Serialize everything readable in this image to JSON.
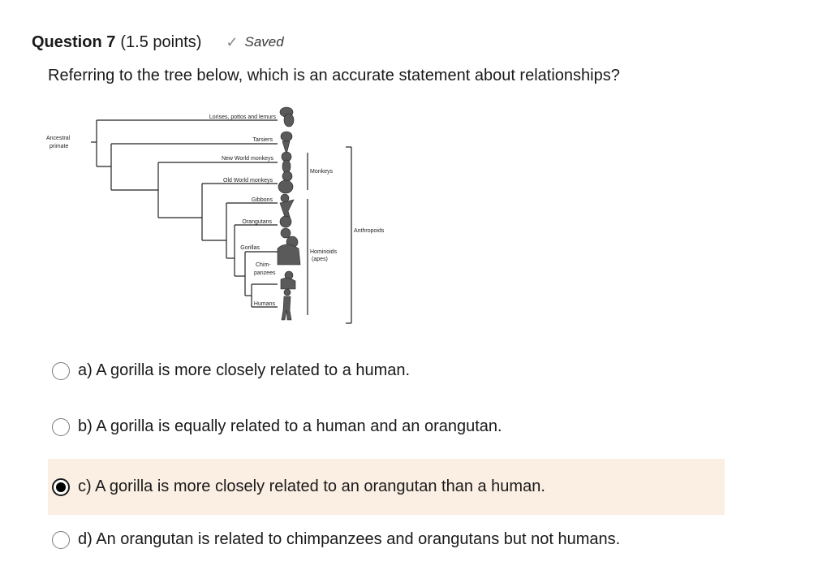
{
  "question": {
    "title": "Question 7",
    "points": "(1.5 points)",
    "saved_label": "Saved",
    "prompt": "Referring to the tree below, which is an accurate statement about relationships?"
  },
  "tree": {
    "root_label_line1": "Ancestral",
    "root_label_line2": "primate",
    "taxa": {
      "lorises": "Lorises, pottos and lemurs",
      "tarsiers": "Tarsiers",
      "new_world": "New World monkeys",
      "old_world": "Old World monkeys",
      "gibbons": "Gibbons",
      "orangutans": "Orangutans",
      "gorillas": "Gorillas",
      "chimp_line1": "Chim-",
      "chimp_line2": "panzees",
      "humans": "Humans"
    },
    "groups": {
      "monkeys": "Monkeys",
      "hominoids_line1": "Hominoids",
      "hominoids_line2": "(apes)",
      "anthropoids": "Anthropoids"
    }
  },
  "options": [
    {
      "text": "a) A gorilla is more closely related to a human.",
      "selected": false
    },
    {
      "text": "b) A gorilla is equally related to a human and an orangutan.",
      "selected": false
    },
    {
      "text": "c) A gorilla is more closely related to an orangutan than a human.",
      "selected": true
    },
    {
      "text": "d) An orangutan is related to chimpanzees and orangutans but not humans.",
      "selected": false
    }
  ]
}
